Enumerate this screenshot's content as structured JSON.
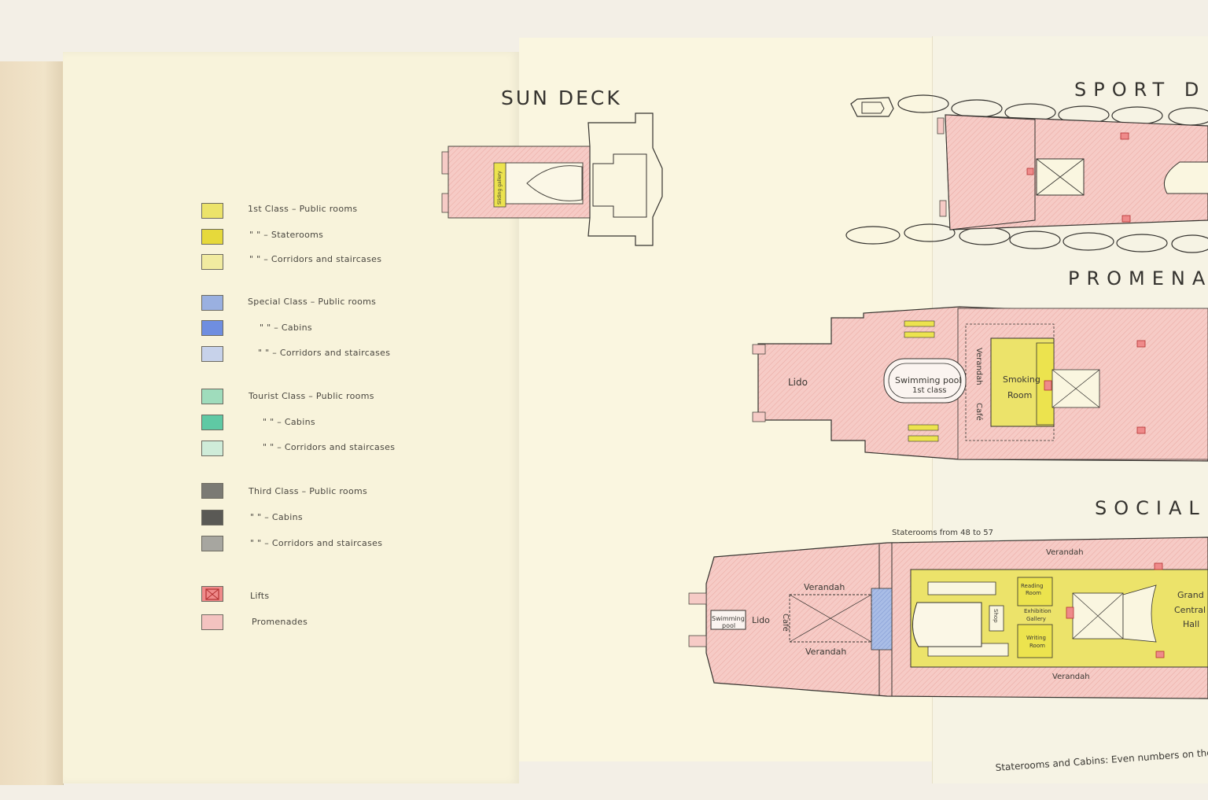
{
  "legend": [
    {
      "label": "1st Class – Public rooms",
      "color": "#ece36a"
    },
    {
      "label": "\" \" – Staterooms",
      "color": "#e6d93b"
    },
    {
      "label": "\" \" – Corridors and staircases",
      "color": "#f1eba0"
    },
    {
      "label": "Special Class – Public rooms",
      "color": "#9ab0e0"
    },
    {
      "label": "\" \" – Cabins",
      "color": "#6f8ee0"
    },
    {
      "label": "\" \" – Corridors and staircases",
      "color": "#c7d2ea"
    },
    {
      "label": "Tourist Class – Public rooms",
      "color": "#9fdcbc"
    },
    {
      "label": "\" \" – Cabins",
      "color": "#5fc9a4"
    },
    {
      "label": "\" \" – Corridors and staircases",
      "color": "#cfecd9"
    },
    {
      "label": "Third Class – Public rooms",
      "color": "#7b7a74"
    },
    {
      "label": "\" \" – Cabins",
      "color": "#5a5955"
    },
    {
      "label": "\" \" – Corridors and staircases",
      "color": "#a7a6a0"
    },
    {
      "label": "Lifts",
      "color": "#ef8a8a"
    },
    {
      "label": "Promenades",
      "color": "#f4c3c0"
    }
  ],
  "decks": {
    "sun": {
      "title": "SUN DECK",
      "labels": [
        "Sliding gallery"
      ]
    },
    "sport": {
      "title": "SPORT D"
    },
    "promenade": {
      "title": "PROMENA",
      "labels": [
        "Lido",
        "Swimming pool",
        "1st class",
        "Verandah",
        "Café",
        "Smoking",
        "Room"
      ]
    },
    "social": {
      "title": "SOCIAL",
      "staterooms_note": "Staterooms from 48 to 57",
      "labels": [
        "Swimming",
        "pool",
        "Lido",
        "Café",
        "Verandah",
        "Verandah",
        "Shop",
        "Reading",
        "Room",
        "Exhibition",
        "Gallery",
        "Writing",
        "Room",
        "Verandah",
        "Verandah",
        "Grand",
        "Central",
        "Hall"
      ]
    }
  },
  "footer_note": "Staterooms and Cabins: Even numbers on the"
}
